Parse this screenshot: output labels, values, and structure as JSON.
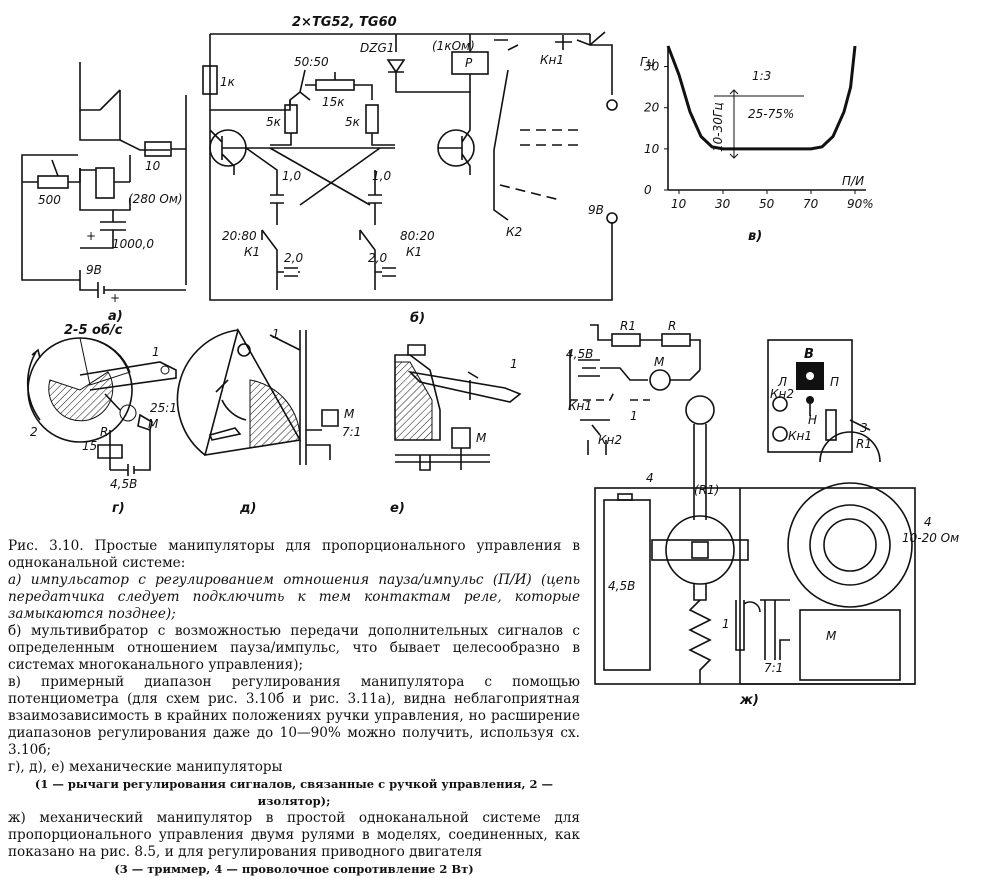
{
  "caption": {
    "title": "Рис. 3.10. Простые манипуляторы для пропорционального управления в одноканальной системе:",
    "para_a": "а) импульсатор с регулированием отношения пауза/импульс (П/И) (цепь передатчика следует подключить к тем контактам реле, которые замыкаются позднее);",
    "para_b": "б) мультивибратор с возможностью передачи дополнительных сигналов с определенным отношением пауза/импульс, что бывает целесообразно в системах многоканального управления);",
    "para_v": "в) примерный диапазон регулирования манипулятора с помощью потенциометра (для схем рис. 3.10б и рис. 3.11а), видна неблагоприятная взаимозависимость в крайних положениях ручки управления, но расширение диапазонов регулирования даже до 10—90% можно получить, используя сх. 3.10б;",
    "para_gde": "г), д), е) механические манипуляторы",
    "note_1": "(1 — рычаги регулирования сигналов, связанные с ручкой управления, 2 — изолятор);",
    "para_zh": "ж) механический манипулятор в простой одноканальной системе для пропорционального управления двумя рулями в моделях, соединенных, как показано на рис. 8.5, и для регулирования приводного двигателя",
    "note_2": "(3 — триммер, 4 — проволочное сопротивление 2 Вт)"
  },
  "diagram_a": {
    "label": "а)",
    "r_500": "500",
    "r_10": "10",
    "relay_r": "(280 Ом)",
    "cap": "1000,0",
    "plus": "+",
    "battery": "9В"
  },
  "diagram_b": {
    "label": "б)",
    "transistors": "2×TG52, TG60",
    "diode": "DZG1",
    "r_1k": "1к",
    "pot_ratio": "50:50",
    "pot": "15к",
    "r_5k_left": "5к",
    "r_5k_right": "5к",
    "relay_r": "(1кОм)",
    "relay": "P",
    "kn1": "Кн1",
    "c_left": "1,0",
    "c_right": "1,0",
    "ratio_left": "20:80",
    "ratio_right": "80:20",
    "k1_left": "К1",
    "k1_right": "К1",
    "c2_left": "2,0",
    "c2_right": "2,0",
    "k2": "К2",
    "battery": "9В"
  },
  "chart_v": {
    "label": "в)",
    "ratio": "1:3",
    "range_label": "25-75%",
    "range_hz": "10-30Гц"
  },
  "chart_data": {
    "type": "line",
    "xlabel": "П/И",
    "ylabel": "Гц",
    "x_ticks": [
      "10",
      "30",
      "50",
      "70",
      "90%"
    ],
    "y_ticks": [
      "0",
      "10",
      "20",
      "30"
    ],
    "xlim": [
      5,
      95
    ],
    "ylim": [
      0,
      35
    ],
    "series": [
      {
        "x": [
          5,
          10,
          15,
          20,
          25,
          30,
          40,
          50,
          60,
          70,
          75,
          80,
          85,
          88,
          90
        ],
        "y": [
          35,
          28,
          19,
          13,
          10.5,
          10,
          10,
          10,
          10,
          10,
          10.5,
          13,
          19,
          25,
          35
        ]
      }
    ]
  },
  "diagram_g": {
    "label": "г)",
    "speed": "2-5 об/с",
    "lever": "1",
    "insulator": "2",
    "gear": "25:1",
    "motor": "M",
    "res": "R",
    "res_val": "15",
    "battery": "4,5В"
  },
  "diagram_d": {
    "label": "д)",
    "lever": "1",
    "motor": "M",
    "ratio": "7:1"
  },
  "diagram_e": {
    "label": "е)",
    "lever": "1",
    "motor": "M"
  },
  "diagram_zh": {
    "label": "ж)",
    "r1": "R1",
    "r": "R",
    "battery": "4,5В",
    "motor": "M",
    "kn1": "Кн1",
    "kn2": "Кн2",
    "lever_1": "1",
    "panel_v": "В",
    "panel_l": "Л",
    "panel_p": "П",
    "panel_n": "Н",
    "panel_kn2": "Кн2",
    "panel_kn1": "Кн1",
    "trimmer": "3",
    "trimmer_r": "R1",
    "wire_res": "4",
    "wire_res_r": "(R1)",
    "wire_res2": "4",
    "wire_res2_val": "10-20 Ом",
    "big_battery": "4,5В",
    "lever_bottom": "1",
    "motor_bottom": "M",
    "gear": "7:1"
  }
}
